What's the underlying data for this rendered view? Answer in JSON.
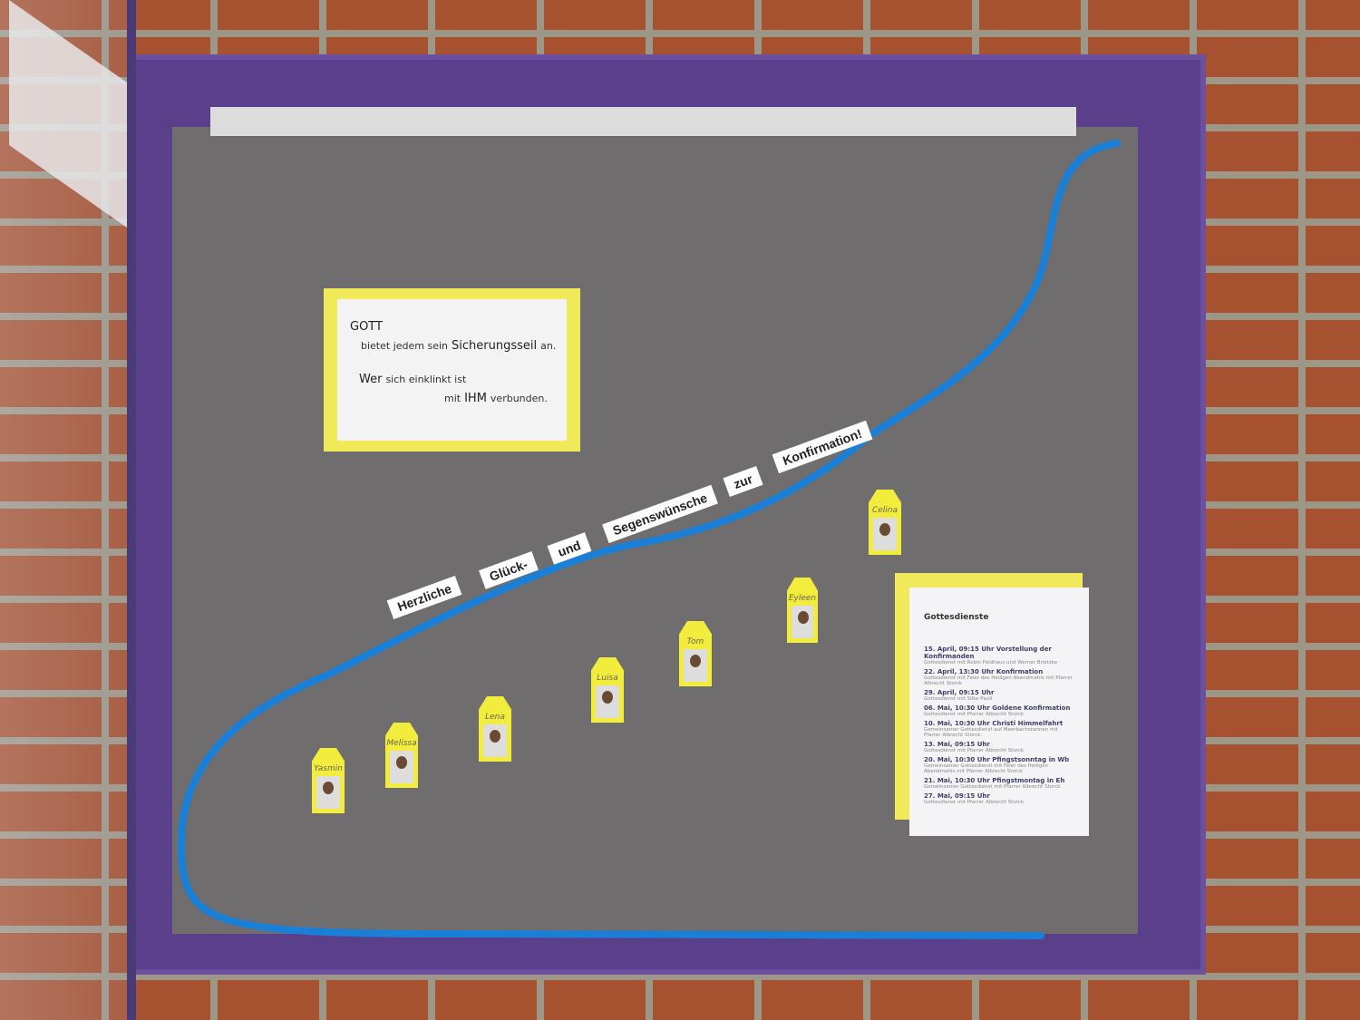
{
  "sign": {
    "line1": "GOTT",
    "line2a": "bietet jedem sein",
    "line2b": "Sicherungsseil",
    "line2c": "an.",
    "line3a": "Wer",
    "line3b": "sich einklinkt ist",
    "line4a": "mit",
    "line4b": "IHM",
    "line4c": "verbunden."
  },
  "banner": [
    "Herzliche",
    "Glück-",
    "und",
    "Segenswünsche",
    "zur",
    "Konfirmation!"
  ],
  "tags": [
    "Yasmin",
    "Melissa",
    "Lena",
    "Luisa",
    "Tom",
    "Eyleen",
    "Celina"
  ],
  "schedule": {
    "title": "Gottesdienste",
    "events": [
      {
        "head": "15. April, 09:15 Uhr Vorstellung der Konfirmanden",
        "sub": "Gottesdienst mit Robin Feldhaus und Werner Brietzke"
      },
      {
        "head": "22. April, 13:30 Uhr Konfirmation",
        "sub": "Gottesdienst mit Feier des Heiligen Abendmahls mit Pfarrer Albrecht Storck"
      },
      {
        "head": "29. April, 09:15 Uhr",
        "sub": "Gottesdienst mit Silke Pauli"
      },
      {
        "head": "06. Mai, 10:30 Uhr Goldene Konfirmation",
        "sub": "Gottesdienst mit Pfarrer Albrecht Storck"
      },
      {
        "head": "10. Mai, 10:30 Uhr Christi Himmelfahrt",
        "sub": "Gemeinsamer Gottesdienst auf Meerbachstannen mit Pfarrer Albrecht Storck"
      },
      {
        "head": "13. Mai, 09:15 Uhr",
        "sub": "Gottesdienst mit Pfarrer Albrecht Storck"
      },
      {
        "head": "20. Mai, 10:30 Uhr Pfingstsonntag in Wb",
        "sub": "Gemeinsamer Gottesdienst mit Feier des Heiligen Abendmahls mit Pfarrer Albrecht Storck"
      },
      {
        "head": "21. Mai, 10:30 Uhr Pfingstmontag in Eh",
        "sub": "Gemeinsamer Gottesdienst mit Pfarrer Albrecht Storck"
      },
      {
        "head": "27. Mai, 09:15 Uhr",
        "sub": "Gottesdienst mit Pfarrer Albrecht Storck"
      }
    ]
  },
  "colors": {
    "rope": "#1a7fd6",
    "tag": "#f2ec3c",
    "frame": "#5a3f8a"
  }
}
